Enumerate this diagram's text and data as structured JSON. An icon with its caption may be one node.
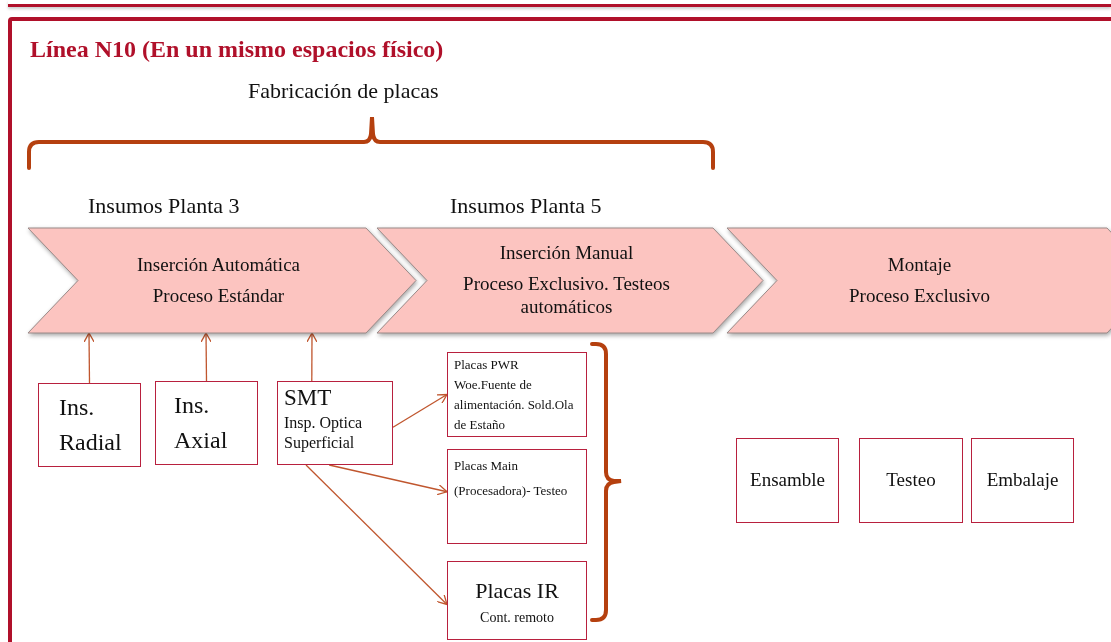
{
  "diagram": {
    "title": "Línea N10 (En un mismo espacios físico)",
    "nodes": [
      {
        "text": [
          "Inserción Automática",
          "Proceso Estándar"
        ]
      },
      {
        "text": [
          "Inserción Manual",
          "Proceso Exclusivo. Testeos automáticos"
        ]
      },
      {
        "text": [
          "Montaje",
          "Proceso Exclusivo"
        ]
      },
      {
        "text": [
          "Ins. Radial"
        ]
      },
      {
        "text": [
          "Ins. Axial"
        ]
      },
      {
        "text": [
          "SMT",
          "Insp. Optica Superficial"
        ]
      },
      {
        "text": [
          "Placas PWR Woe.Fuente de alimentación. Sold.Ola de Estaño"
        ]
      },
      {
        "text": [
          "Placas Main (Procesadora)- Testeo"
        ]
      },
      {
        "text": [
          "Placas IR",
          "Cont. remoto"
        ]
      },
      {
        "text": [
          "Ensamble"
        ]
      },
      {
        "text": [
          "Testeo"
        ]
      },
      {
        "text": [
          "Embalaje"
        ]
      }
    ],
    "edges": [
      {
        "from": 3,
        "to": 0,
        "arrow": "to"
      },
      {
        "from": 4,
        "to": 0,
        "arrow": "to"
      },
      {
        "from": 5,
        "to": 0,
        "arrow": "to"
      },
      {
        "from": 5,
        "to": 6,
        "arrow": "to"
      },
      {
        "from": 5,
        "to": 7,
        "arrow": "to"
      },
      {
        "from": 5,
        "to": 8,
        "arrow": "to"
      }
    ],
    "labels": [
      "Fabricación de placas",
      "Insumos Planta 3",
      "Insumos Planta 5"
    ]
  }
}
